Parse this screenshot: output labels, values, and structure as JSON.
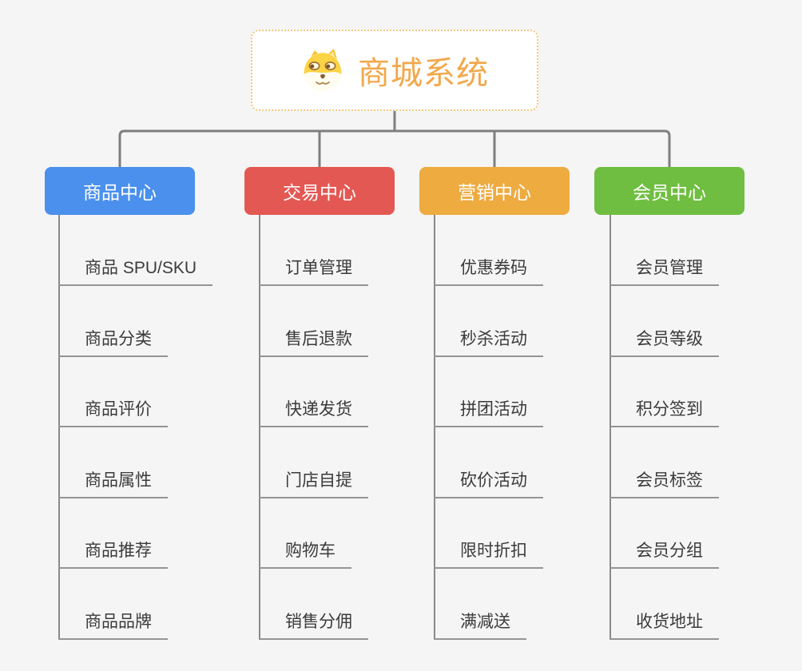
{
  "root": {
    "title": "商城系统",
    "icon": "dog-face-icon",
    "title_color": "#f2a84b",
    "border_color": "#f3c77f"
  },
  "connector_color": "#7e7e7e",
  "branches": [
    {
      "label": "商品中心",
      "color": "#4b90ec",
      "children": [
        "商品 SPU/SKU",
        "商品分类",
        "商品评价",
        "商品属性",
        "商品推荐",
        "商品品牌"
      ]
    },
    {
      "label": "交易中心",
      "color": "#e45853",
      "children": [
        "订单管理",
        "售后退款",
        "快递发货",
        "门店自提",
        "购物车",
        "销售分佣"
      ]
    },
    {
      "label": "营销中心",
      "color": "#edab40",
      "children": [
        "优惠券码",
        "秒杀活动",
        "拼团活动",
        "砍价活动",
        "限时折扣",
        "满减送"
      ]
    },
    {
      "label": "会员中心",
      "color": "#70be41",
      "children": [
        "会员管理",
        "会员等级",
        "积分签到",
        "会员标签",
        "会员分组",
        "收货地址"
      ]
    }
  ]
}
